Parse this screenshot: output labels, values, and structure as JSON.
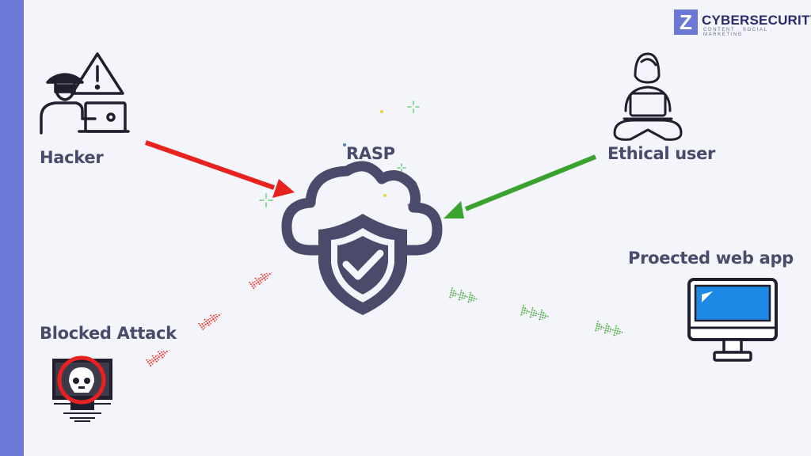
{
  "brand": {
    "letter": "Z",
    "name": "CYBERSECURITY",
    "tagline": "CONTENT . SOCIAL . MARKETING"
  },
  "nodes": {
    "hacker": "Hacker",
    "rasp": "RASP",
    "ethical_user": "Ethical user",
    "blocked_attack": "Blocked Attack",
    "protected_app": "Proected web app"
  },
  "colors": {
    "accent": "#6b78d6",
    "attack": "#e8231f",
    "legit": "#3aa32f",
    "icon_stroke": "#1f1f2e",
    "cloud_stroke": "#4a4a6a",
    "screen_blue": "#1e88e5"
  },
  "icons": {
    "hacker": "hacker-with-laptop-icon",
    "warning": "warning-triangle-icon",
    "rasp": "cloud-shield-check-icon",
    "ethical_user": "person-with-laptop-icon",
    "blocked": "skull-monitor-icon",
    "protected": "desktop-monitor-icon"
  }
}
